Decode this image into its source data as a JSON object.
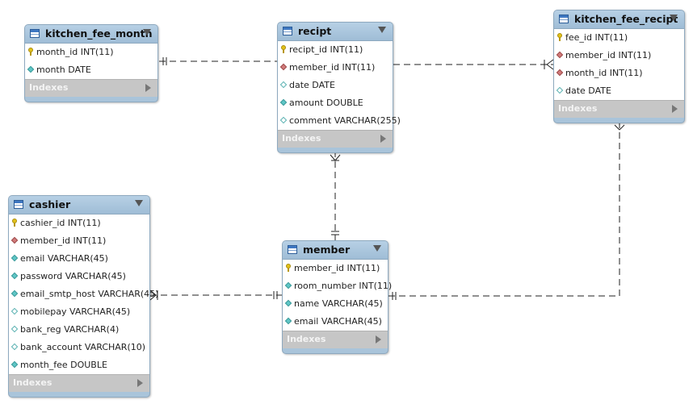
{
  "indexes_label": "Indexes",
  "tables": [
    {
      "name": "kitchen_fee_month",
      "columns": [
        {
          "text": "month_id INT(11)",
          "icon": "primary-key-icon"
        },
        {
          "text": "month DATE",
          "icon": "not-null-column-icon"
        }
      ]
    },
    {
      "name": "recipt",
      "columns": [
        {
          "text": "recipt_id INT(11)",
          "icon": "primary-key-icon"
        },
        {
          "text": "member_id INT(11)",
          "icon": "foreign-key-icon"
        },
        {
          "text": "date DATE",
          "icon": "column-icon"
        },
        {
          "text": "amount DOUBLE",
          "icon": "not-null-column-icon"
        },
        {
          "text": "comment VARCHAR(255)",
          "icon": "column-icon"
        }
      ]
    },
    {
      "name": "kitchen_fee_recipt",
      "columns": [
        {
          "text": "fee_id INT(11)",
          "icon": "primary-key-icon"
        },
        {
          "text": "member_id INT(11)",
          "icon": "foreign-key-icon"
        },
        {
          "text": "month_id INT(11)",
          "icon": "foreign-key-icon"
        },
        {
          "text": "date DATE",
          "icon": "column-icon"
        }
      ]
    },
    {
      "name": "cashier",
      "columns": [
        {
          "text": "cashier_id INT(11)",
          "icon": "primary-key-icon"
        },
        {
          "text": "member_id INT(11)",
          "icon": "foreign-key-icon"
        },
        {
          "text": "email VARCHAR(45)",
          "icon": "not-null-column-icon"
        },
        {
          "text": "password VARCHAR(45)",
          "icon": "not-null-column-icon"
        },
        {
          "text": "email_smtp_host VARCHAR(45)",
          "icon": "not-null-column-icon"
        },
        {
          "text": "mobilepay VARCHAR(45)",
          "icon": "column-icon"
        },
        {
          "text": "bank_reg VARCHAR(4)",
          "icon": "column-icon"
        },
        {
          "text": "bank_account VARCHAR(10)",
          "icon": "column-icon"
        },
        {
          "text": "month_fee DOUBLE",
          "icon": "not-null-column-icon"
        }
      ]
    },
    {
      "name": "member",
      "columns": [
        {
          "text": "member_id INT(11)",
          "icon": "primary-key-icon"
        },
        {
          "text": "room_number INT(11)",
          "icon": "not-null-column-icon"
        },
        {
          "text": "name VARCHAR(45)",
          "icon": "not-null-column-icon"
        },
        {
          "text": "email VARCHAR(45)",
          "icon": "not-null-column-icon"
        }
      ]
    }
  ],
  "relationships": [
    {
      "from": "kitchen_fee_month",
      "to": "kitchen_fee_recipt",
      "from_end": "one-and-only-one",
      "to_end": "one-or-many"
    },
    {
      "from": "member",
      "to": "recipt",
      "from_end": "one-and-only-one",
      "to_end": "one-or-many"
    },
    {
      "from": "member",
      "to": "cashier",
      "from_end": "one-and-only-one",
      "to_end": "one-or-many"
    },
    {
      "from": "member",
      "to": "kitchen_fee_recipt",
      "from_end": "one-and-only-one",
      "to_end": "one-or-many"
    }
  ]
}
